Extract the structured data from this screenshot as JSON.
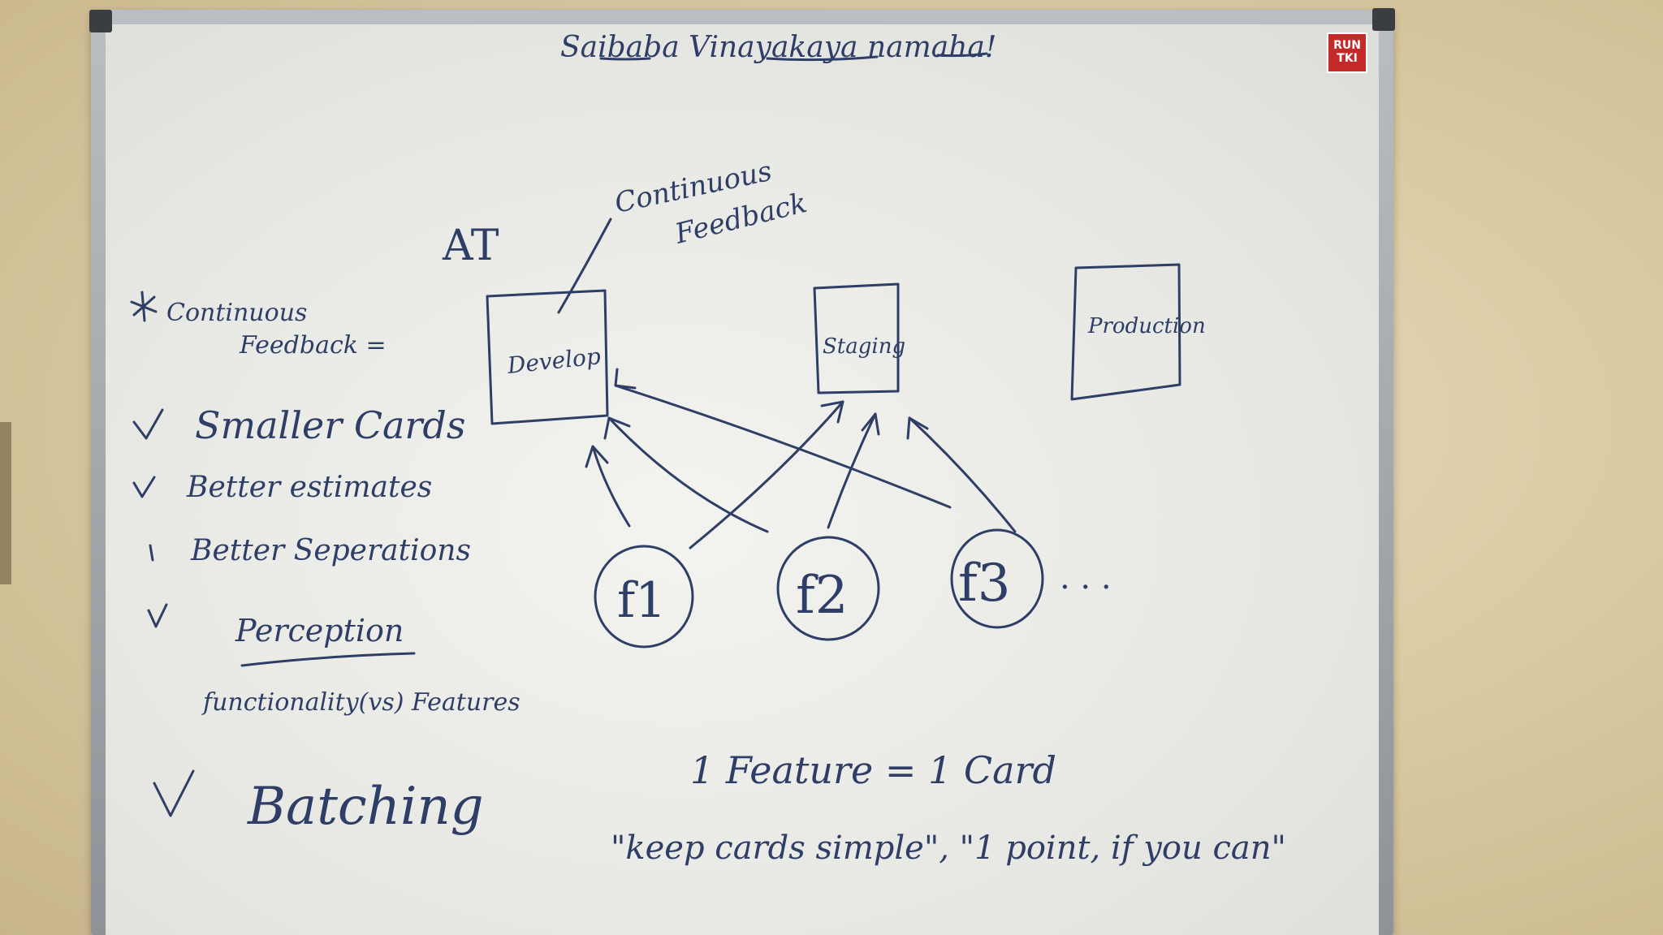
{
  "board": {
    "header": "Saibaba   Vinayakaya namaha!",
    "sticker": "RUN\nTKI",
    "at_label": "AT",
    "continuous_feedback_callout": [
      "Continuous",
      "Feedback"
    ],
    "left_list": {
      "title_line1": "Continuous",
      "title_line2": "Feedback =",
      "items": [
        "Smaller Cards",
        "Better estimates",
        "Better Seperations",
        "Perception",
        "Batching"
      ],
      "perception_sub": "functionality(vs) Features"
    },
    "boxes": {
      "develop": "Develop",
      "staging": "Staging",
      "production": "Production"
    },
    "features": [
      "f1",
      "f2",
      "f3"
    ],
    "ellipsis": ". . .",
    "rule": "1 Feature = 1 Card",
    "quote": "\"keep cards simple\",  \"1 point, if you can\""
  },
  "colors": {
    "ink": "#2e3e66",
    "board": "#eeeeea",
    "frame": "#9aa0a5",
    "wall": "#d9c9a3"
  }
}
